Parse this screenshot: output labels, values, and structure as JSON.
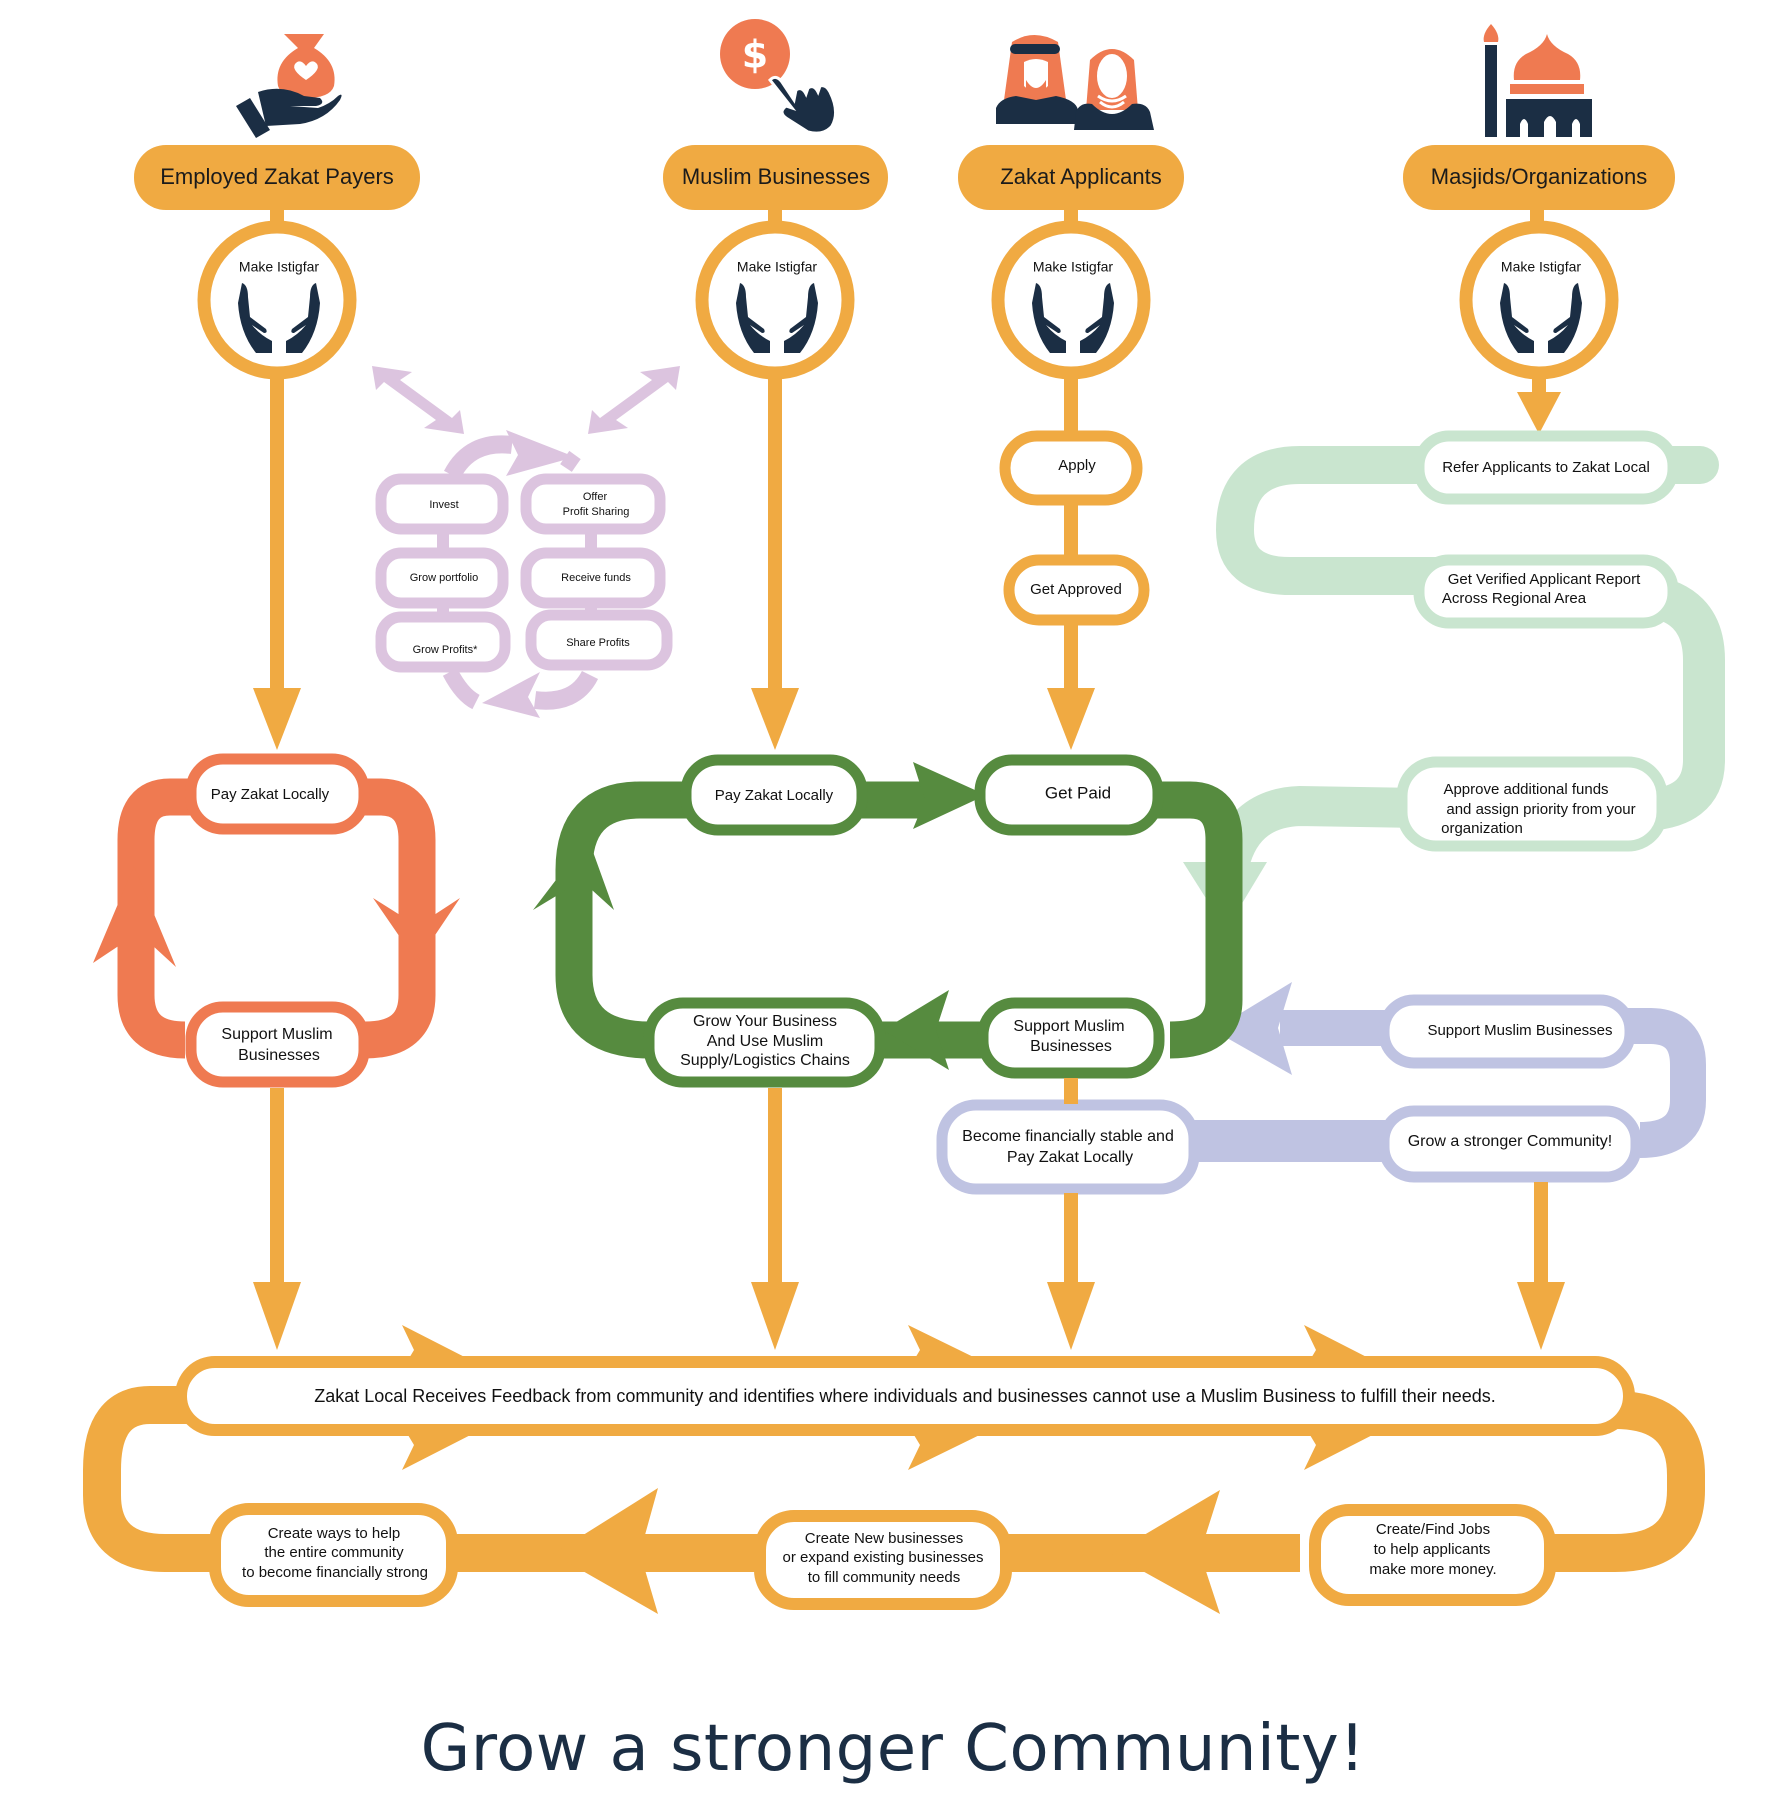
{
  "colors": {
    "orange": "#F0AA42",
    "coral": "#EF7A51",
    "green": "#568B3F",
    "pale_green": "#C9E5CF",
    "lavender": "#BFC3E2",
    "lilac": "#DCC4DF",
    "navy": "#1B2E44"
  },
  "columns": [
    {
      "id": "employed",
      "header": "Employed Zakat Payers",
      "icon": "hand-holding-money-bag-icon",
      "istigfar": "Make Istigfar"
    },
    {
      "id": "businesses",
      "header": "Muslim Businesses",
      "icon": "dollar-coin-tap-icon",
      "istigfar": "Make Istigfar"
    },
    {
      "id": "applicants",
      "header": "Zakat Applicants",
      "icon": "muslim-couple-icon",
      "istigfar": "Make Istigfar"
    },
    {
      "id": "masjids",
      "header": "Masjids/Organizations",
      "icon": "mosque-icon",
      "istigfar": "Make Istigfar"
    }
  ],
  "investment_cycle": {
    "left": [
      "Invest",
      "Grow portfolio",
      "Grow Profits*"
    ],
    "right_line1": "Offer",
    "right_line2": "Profit Sharing",
    "right": [
      "Receive funds",
      "Share Profits"
    ]
  },
  "applicant_steps": {
    "apply": "Apply",
    "approved": "Get Approved"
  },
  "payer_loop": {
    "pay": "Pay Zakat Locally",
    "support_l1": "Support Muslim",
    "support_l2": "Businesses"
  },
  "business_loop": {
    "pay": "Pay Zakat Locally",
    "get_paid": "Get Paid",
    "support_l1": "Support Muslim",
    "support_l2": "Businesses",
    "grow_l1": "Grow Your Business",
    "grow_l2": "And Use Muslim",
    "grow_l3": "Supply/Logistics Chains"
  },
  "masjid_track": {
    "refer": "Refer Applicants to Zakat Local",
    "verified_l1": "Get Verified Applicant Report",
    "verified_l2": "Across Regional Area",
    "approve_l1": "Approve additional funds",
    "approve_l2": "and assign priority from your",
    "approve_l3": "organization"
  },
  "community_track": {
    "support": "Support Muslim Businesses",
    "grow": "Grow a stronger Community!",
    "stable_l1": "Become financially stable and",
    "stable_l2": "Pay Zakat Locally"
  },
  "feedback_loop": {
    "feedback": "Zakat Local Receives Feedback from community and identifies where individuals and businesses cannot use a Muslim Business to fulfill their needs.",
    "jobs_l1": "Create/Find Jobs",
    "jobs_l2": "to help applicants",
    "jobs_l3": "make more money.",
    "new_biz_l1": "Create New businesses",
    "new_biz_l2": "or expand existing businesses",
    "new_biz_l3": "to fill community needs",
    "ways_l1": "Create ways to help",
    "ways_l2": "the entire community",
    "ways_l3": "to become financially strong"
  },
  "footer": {
    "title": "Grow a stronger Community!"
  }
}
